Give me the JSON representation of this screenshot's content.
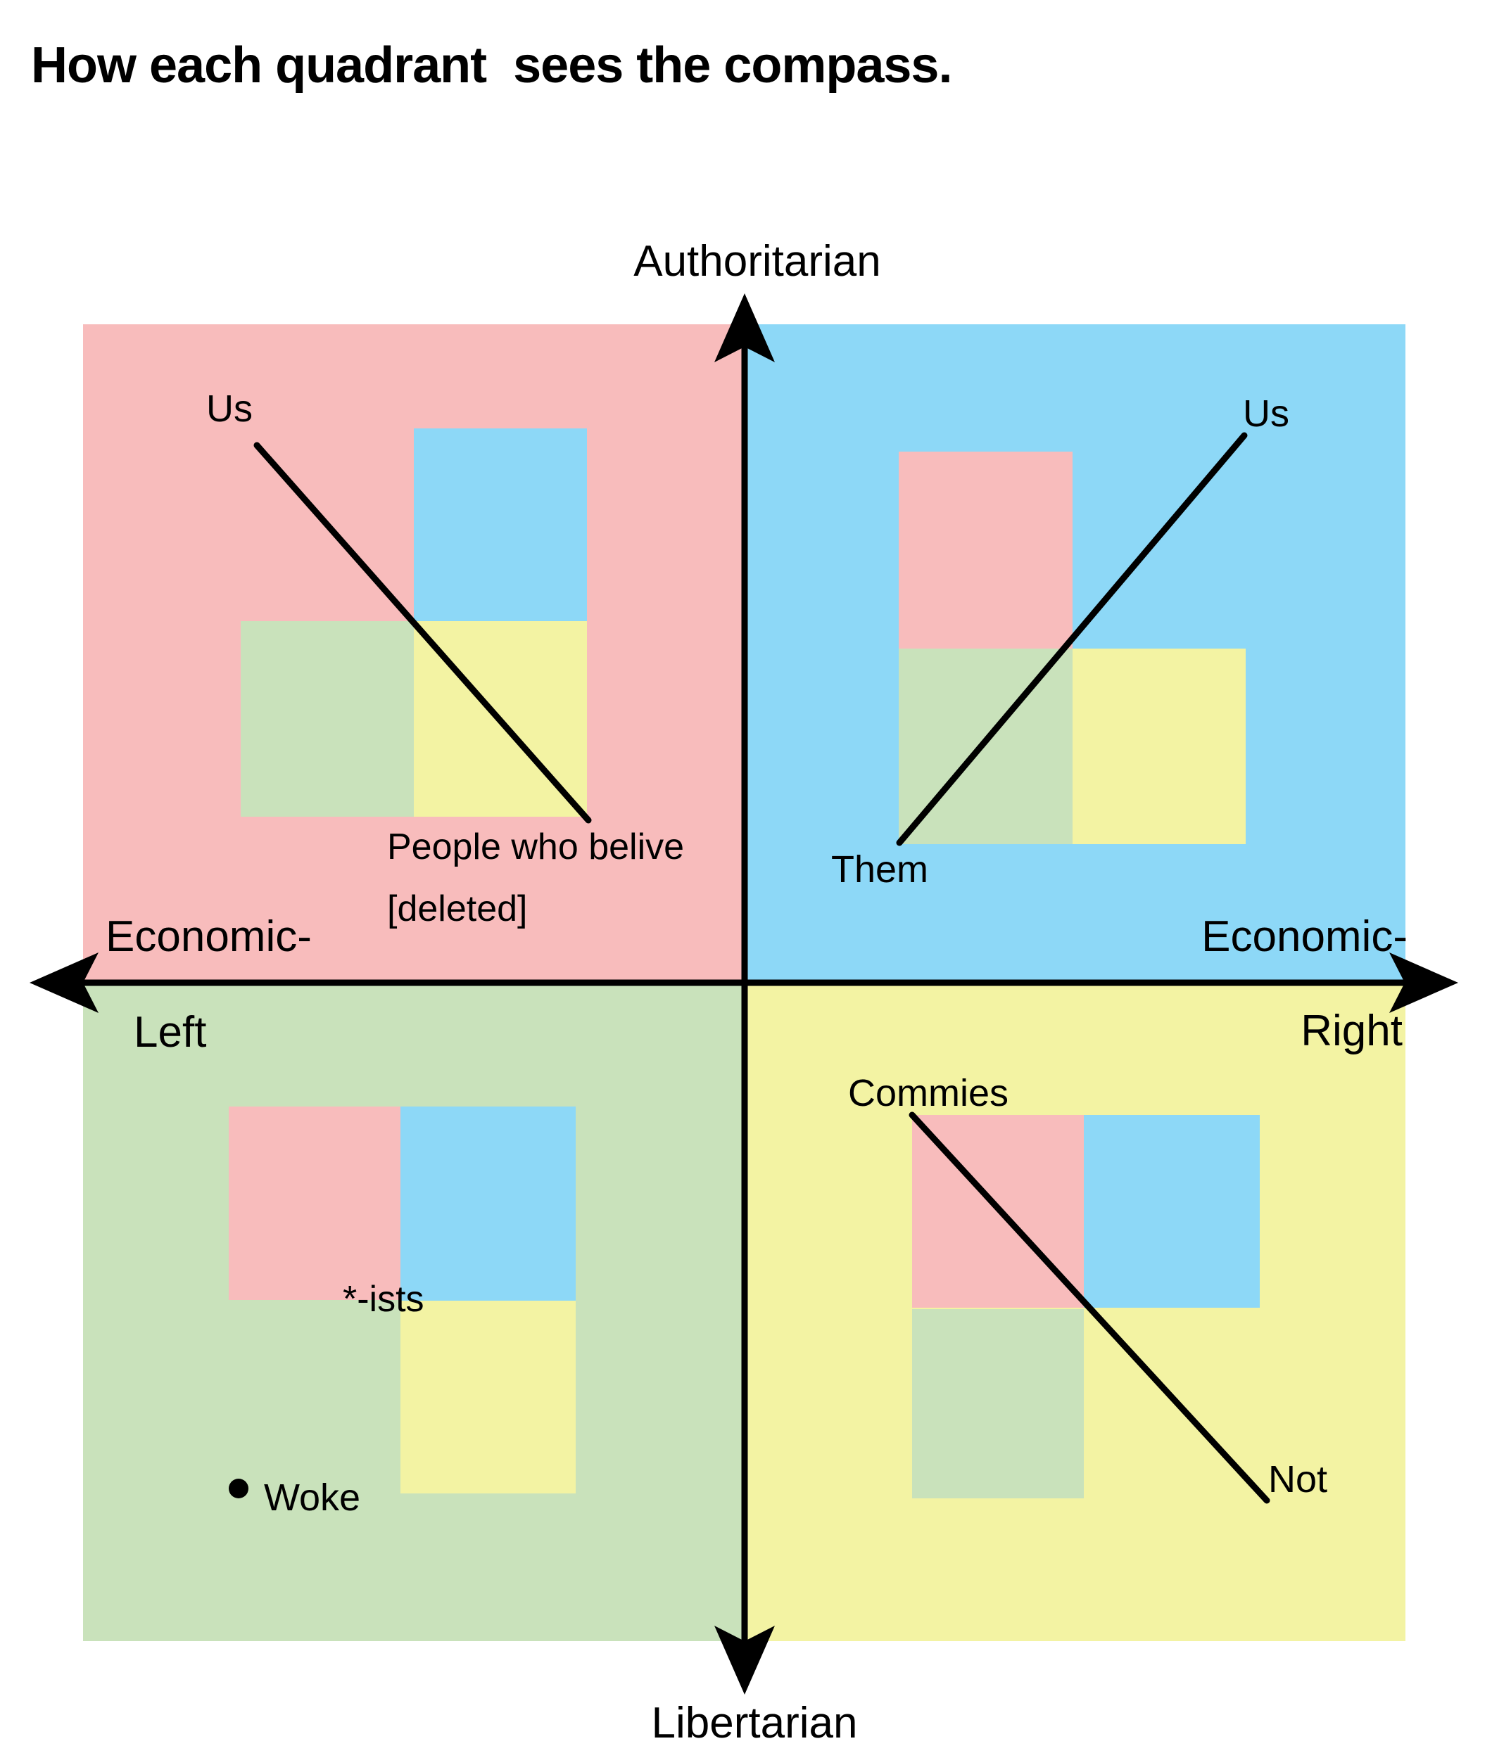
{
  "title": "How each quadrant  sees the compass.",
  "axis_labels": {
    "top": "Authoritarian",
    "bottom": "Libertarian",
    "left_upper": "Economic-",
    "left_lower": "Left",
    "right_upper": "Economic-",
    "right_lower": "Right"
  },
  "palette": {
    "auth_left_red": "#f8bcbc",
    "auth_right_blue": "#8dd8f7",
    "lib_left_green": "#c9e2bb",
    "lib_right_yellow": "#f3f3a3",
    "ink": "#000000"
  },
  "quadrants": {
    "auth_left": {
      "viewer_label": "Us",
      "other_label_line1": "People who belive",
      "other_label_line2": "[deleted]"
    },
    "auth_right": {
      "viewer_label": "Us",
      "other_label": "Them"
    },
    "lib_left": {
      "center_label": "*-ists",
      "point_label": "Woke"
    },
    "lib_right": {
      "other_label": "Commies",
      "viewer_label": "Not"
    }
  }
}
